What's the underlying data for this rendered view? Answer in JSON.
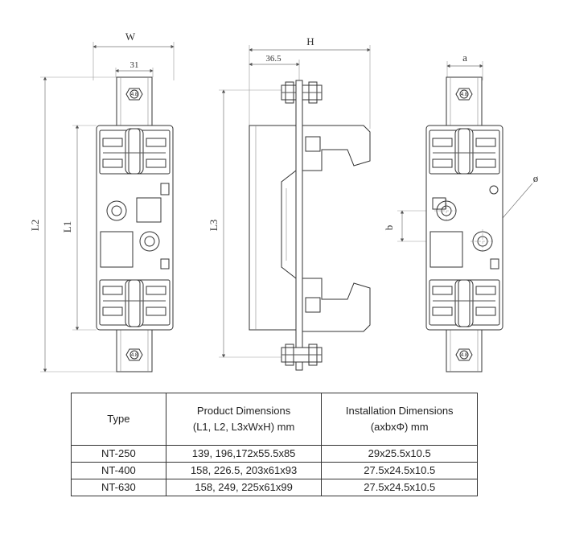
{
  "drawing": {
    "dims": {
      "W": "W",
      "w31": "31",
      "H": "H",
      "h365": "36.5",
      "a": "a",
      "L2": "L2",
      "L1": "L1",
      "L3": "L3",
      "b": "b",
      "phi": "ø"
    },
    "bolt_label": "4.8"
  },
  "table": {
    "headers": {
      "type": "Type",
      "product_line1": "Product Dimensions",
      "product_line2": "(L1, L2, L3xWxH) mm",
      "install_line1": "Installation Dimensions",
      "install_line2": "(axbxΦ) mm"
    },
    "rows": [
      {
        "type": "NT-250",
        "product": "139, 196,172x55.5x85",
        "install": "29x25.5x10.5"
      },
      {
        "type": "NT-400",
        "product": "158, 226.5, 203x61x93",
        "install": "27.5x24.5x10.5"
      },
      {
        "type": "NT-630",
        "product": "158, 249, 225x61x99",
        "install": "27.5x24.5x10.5"
      }
    ]
  }
}
